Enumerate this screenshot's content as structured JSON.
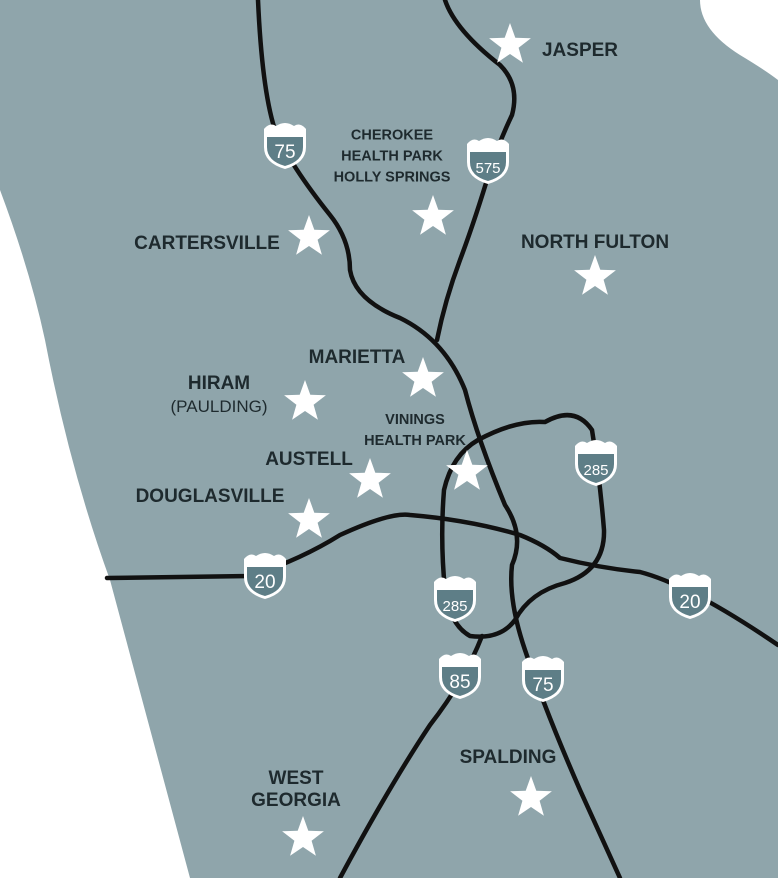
{
  "colors": {
    "land": "#8fa5ab",
    "outside": "#ffffff",
    "road": "#111111",
    "shield": "#5e7e87",
    "star": "#ffffff"
  },
  "locations": {
    "jasper": "JASPER",
    "cherokee": [
      "CHEROKEE",
      "HEALTH PARK",
      "HOLLY SPRINGS"
    ],
    "cartersville": "CARTERSVILLE",
    "north_fulton": "NORTH FULTON",
    "marietta": "MARIETTA",
    "hiram": "HIRAM",
    "hiram_sub": "(PAULDING)",
    "vinings": [
      "VININGS",
      "HEALTH PARK"
    ],
    "austell": "AUSTELL",
    "douglasville": "DOUGLASVILLE",
    "spalding": "SPALDING",
    "west_georgia": [
      "WEST",
      "GEORGIA"
    ]
  },
  "shields": [
    "75",
    "575",
    "20",
    "285",
    "285",
    "20",
    "85",
    "75"
  ]
}
